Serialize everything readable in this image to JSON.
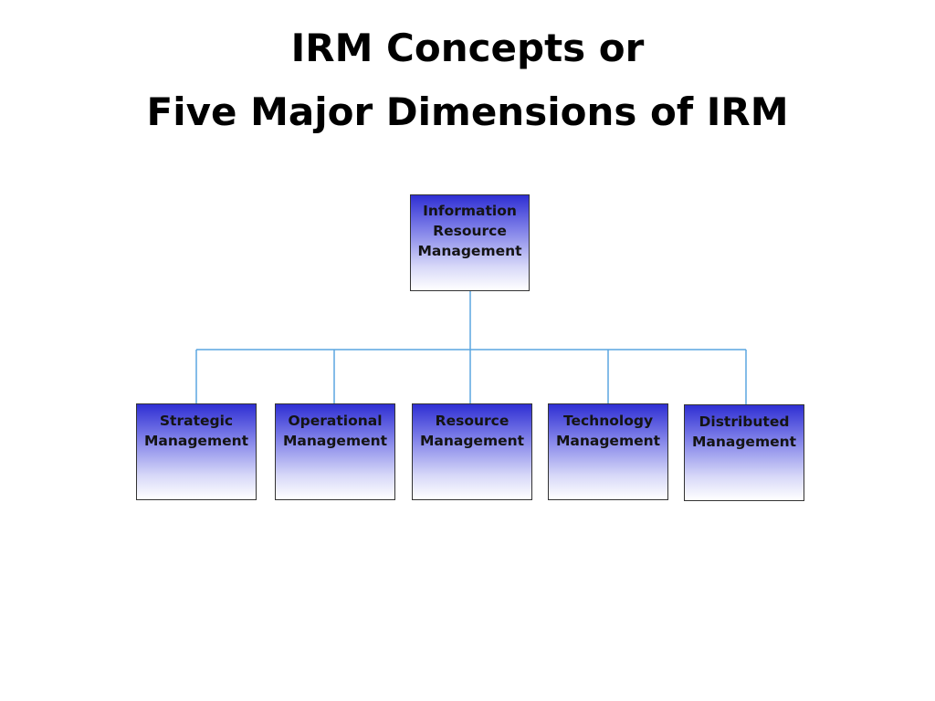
{
  "title": {
    "line1": "IRM Concepts or",
    "line2": "Five Major Dimensions of IRM"
  },
  "diagram": {
    "root": {
      "label": "Information\nResource\nManagement"
    },
    "children": [
      {
        "label": "Strategic\nManagement"
      },
      {
        "label": "Operational\nManagement"
      },
      {
        "label": "Resource\nManagement"
      },
      {
        "label": "Technology\nManagement"
      },
      {
        "label": "Distributed\nManagement"
      }
    ],
    "colors": {
      "box_top": "#2f2fd3",
      "box_bottom": "#ffffff",
      "connector": "#5aa6e0",
      "border": "#333333"
    }
  }
}
